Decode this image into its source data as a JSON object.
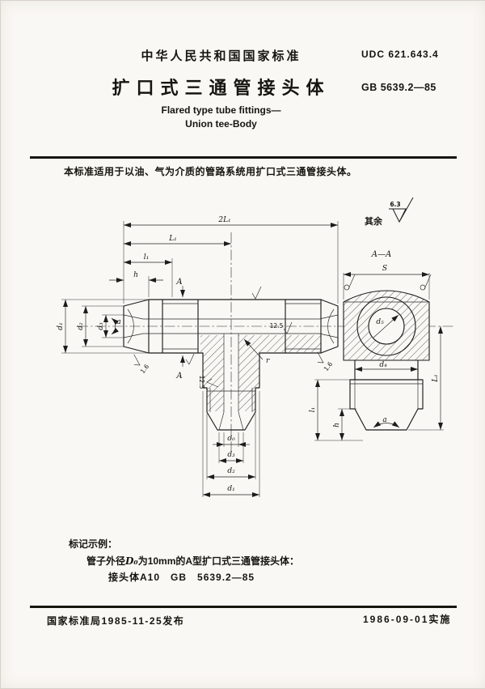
{
  "header": {
    "standard_org": "中华人民共和国国家标准",
    "udc": "UDC 621.643.4",
    "title": "扩口式三通管接头体",
    "std_number": "GB 5639.2—85",
    "subtitle_en_1": "Flared type tube fittings—",
    "subtitle_en_2": "Union tee-Body"
  },
  "scope": "本标准适用于以油、气为介质的管路系统用扩口式三通管接头体。",
  "roughness_note": {
    "prefix": "其余",
    "value": "6.3"
  },
  "drawing": {
    "labels": {
      "two_l1": "2L₁",
      "cap_l1": "L₁",
      "l1": "l₁",
      "h": "h",
      "d1": "d₁",
      "d2": "d₂",
      "d3": "d₃",
      "d0": "d₀",
      "d4": "d₄",
      "d5": "d₅",
      "S": "S",
      "alpha": "a",
      "r": "r",
      "sec_a": "A",
      "view_title": "A—A",
      "rough_125": "12.5",
      "rough_16": "1.6"
    }
  },
  "example": {
    "heading": "标记示例：",
    "line1_pre": "管子外径",
    "line1_d": "D₀",
    "line1_post": "为10mm的A型扩口式三通管接头体：",
    "line2": "接头体A10　GB　5639.2—85"
  },
  "footer": {
    "left": "国家标准局1985-11-25发布",
    "right": "1986-09-01实施"
  }
}
